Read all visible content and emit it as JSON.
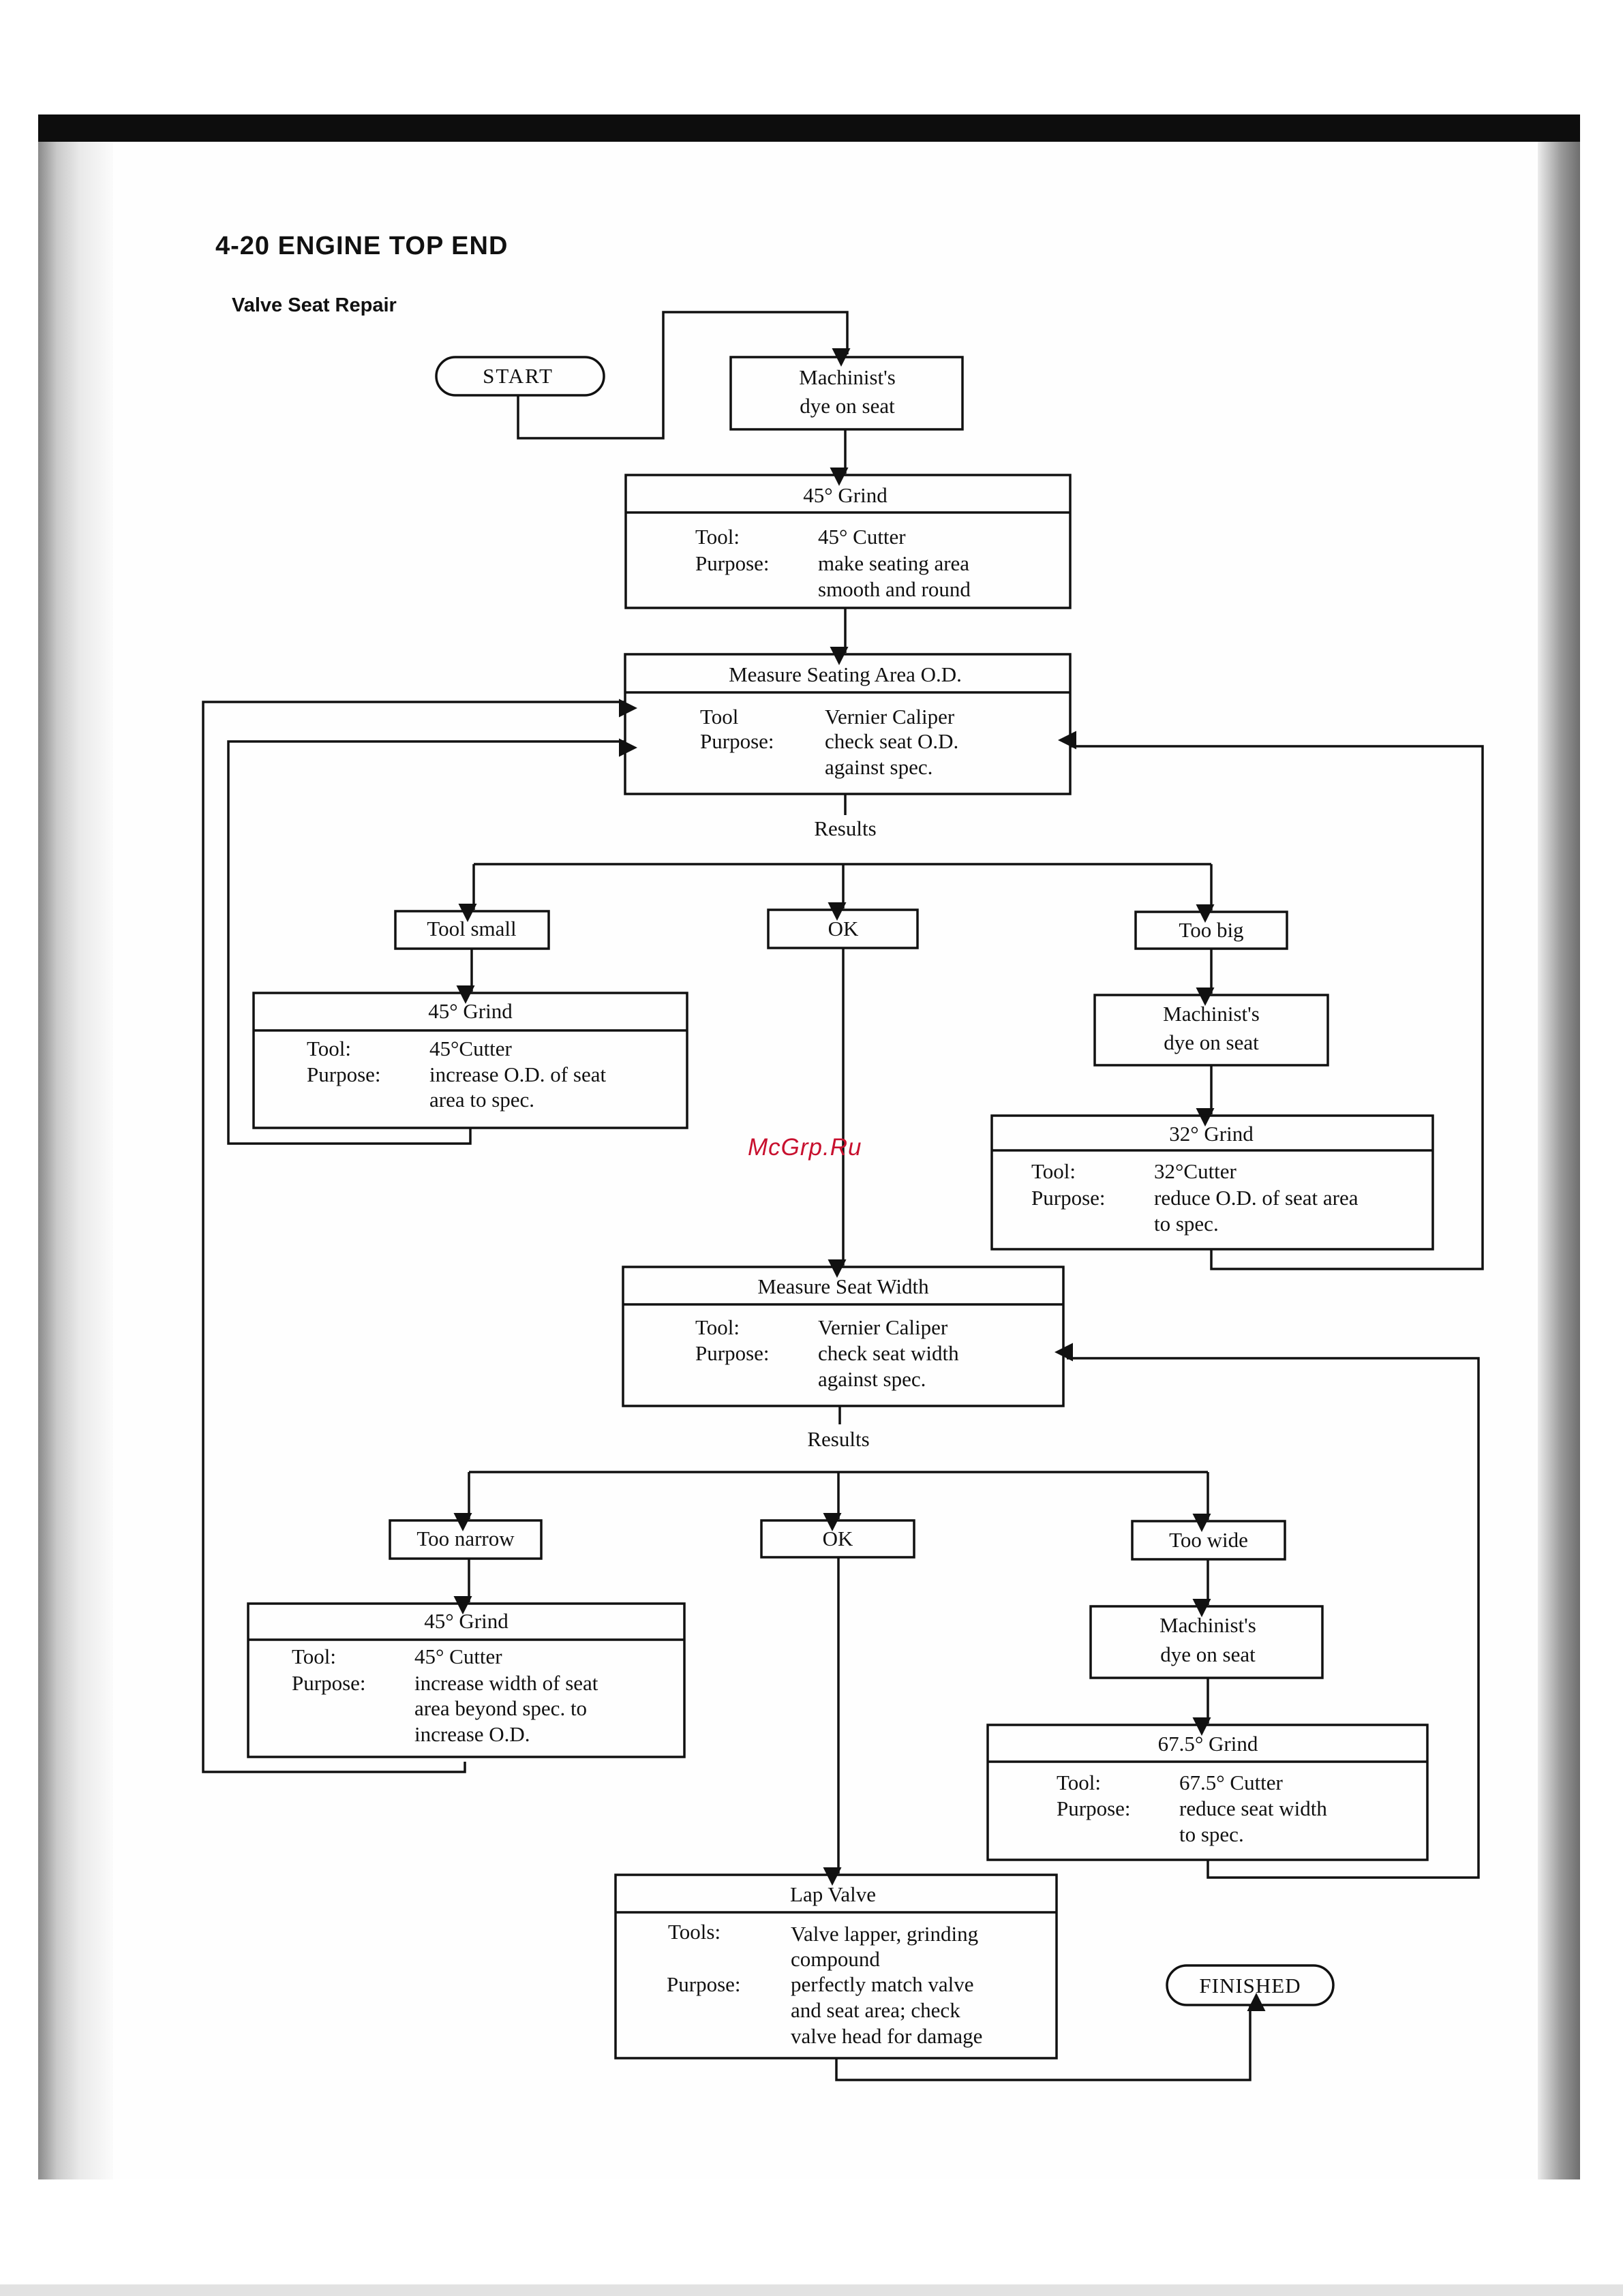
{
  "header": {
    "section_title": "4-20  ENGINE  TOP  END",
    "subtitle": "Valve Seat Repair"
  },
  "watermark": "McGrp.Ru",
  "flowchart": {
    "start": "START",
    "finished": "FINISHED",
    "dye_1": [
      "Machinist's",
      "dye on seat"
    ],
    "grind_1": {
      "title": "45° Grind",
      "labels": [
        "Tool:",
        "Purpose:"
      ],
      "lines": [
        "45° Cutter",
        "make seating area",
        "smooth and round"
      ]
    },
    "measure_od": {
      "title": "Measure Seating Area O.D.",
      "labels": [
        "Tool",
        "Purpose:"
      ],
      "lines": [
        "Vernier Caliper",
        "check seat O.D.",
        "against spec."
      ]
    },
    "results_1": "Results",
    "tool_small": "Tool small",
    "ok_1": "OK",
    "too_big": "Too big",
    "grind_small": {
      "title": "45° Grind",
      "labels": [
        "Tool:",
        "Purpose:"
      ],
      "lines": [
        "45°Cutter",
        "increase O.D. of seat",
        "area to spec."
      ]
    },
    "dye_2": [
      "Machinist's",
      "dye on seat"
    ],
    "grind_32": {
      "title": "32° Grind",
      "labels": [
        "Tool:",
        "Purpose:"
      ],
      "lines": [
        "32°Cutter",
        "reduce O.D. of seat area",
        "to spec."
      ]
    },
    "measure_width": {
      "title": "Measure Seat Width",
      "labels": [
        "Tool:",
        "Purpose:"
      ],
      "lines": [
        "Vernier Caliper",
        "check seat width",
        "against spec."
      ]
    },
    "results_2": "Results",
    "too_narrow": "Too narrow",
    "ok_2": "OK",
    "too_wide": "Too wide",
    "grind_narrow": {
      "title": "45° Grind",
      "labels": [
        "Tool:",
        "Purpose:"
      ],
      "lines": [
        "45° Cutter",
        "increase width of seat",
        "area beyond spec. to",
        "increase O.D."
      ]
    },
    "dye_3": [
      "Machinist's",
      "dye on seat"
    ],
    "grind_67": {
      "title": "67.5° Grind",
      "labels": [
        "Tool:",
        "Purpose:"
      ],
      "lines": [
        "67.5° Cutter",
        "reduce seat width",
        "to spec."
      ]
    },
    "lap_valve": {
      "title": "Lap Valve",
      "labels": [
        "Tools:",
        "Purpose:"
      ],
      "lines": [
        "Valve lapper, grinding",
        "compound",
        "perfectly match valve",
        "and seat area; check",
        "valve head for damage"
      ]
    }
  }
}
